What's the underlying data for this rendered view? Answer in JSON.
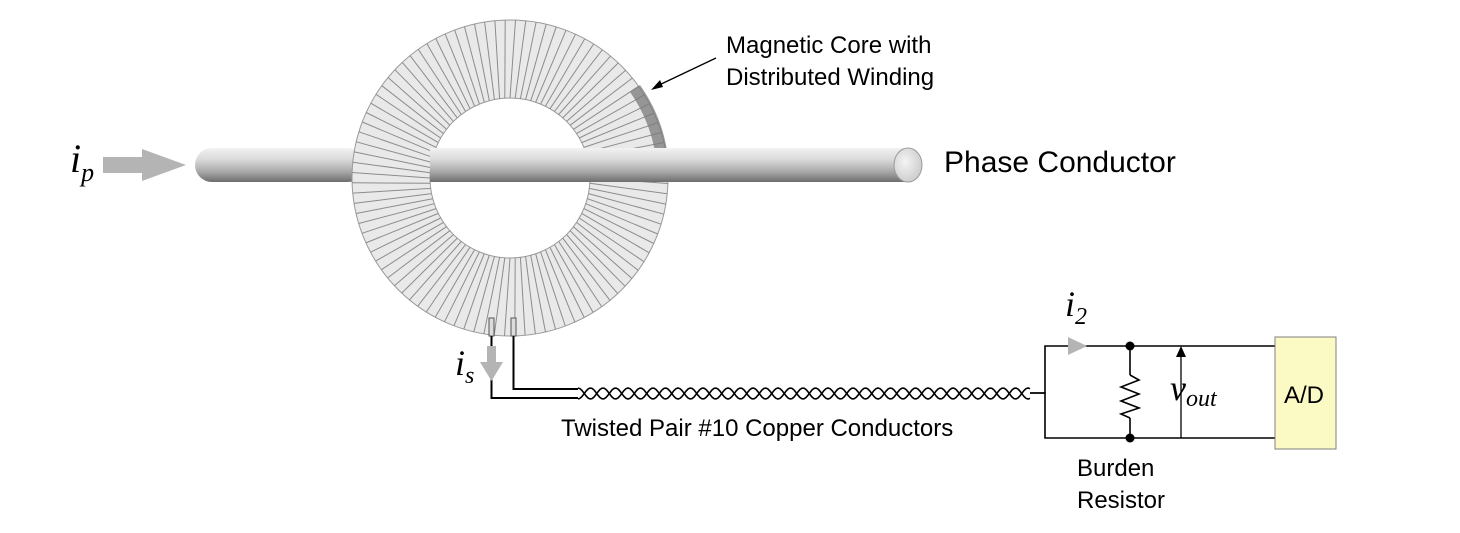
{
  "labels": {
    "core_line1": "Magnetic Core with",
    "core_line2": "Distributed Winding",
    "phase_conductor": "Phase Conductor",
    "twisted_pair": "Twisted Pair #10 Copper Conductors",
    "burden_line1": "Burden",
    "burden_line2": "Resistor",
    "ad": "A/D"
  },
  "symbols": {
    "ip_main": "i",
    "ip_sub": "p",
    "is_main": "i",
    "is_sub": "s",
    "i2_main": "i",
    "i2_sub": "2",
    "vout_main": "v",
    "vout_sub": "out"
  },
  "colors": {
    "ad_box_fill": "#fbfac4",
    "arrow_gray": "#b4b4b4",
    "wire": "#000000"
  },
  "icons": [
    "toroid-core-icon",
    "conductor-rod-icon",
    "resistor-icon"
  ]
}
